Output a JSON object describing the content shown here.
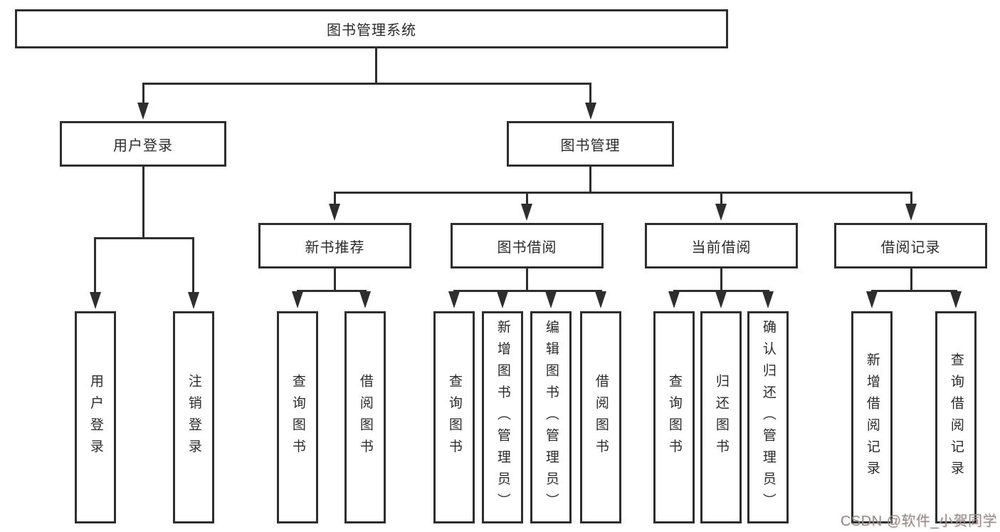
{
  "root": {
    "label": "图书管理系统"
  },
  "level2": {
    "login": "用户登录",
    "bookmgmt": "图书管理"
  },
  "level3": {
    "newbook": "新书推荐",
    "borrow": "图书借阅",
    "current": "当前借阅",
    "records": "借阅记录"
  },
  "leaves": {
    "login": [
      "用户登录",
      "注销登录"
    ],
    "newbook": [
      "查询图书",
      "借阅图书"
    ],
    "borrow": [
      "查询图书",
      "新增图书（管理员）",
      "编辑图书（管理员）",
      "借阅图书"
    ],
    "current": [
      "查询图书",
      "归还图书",
      "确认归还（管理员）"
    ],
    "records": [
      "新增借阅记录",
      "查询借阅记录"
    ]
  },
  "watermark": "CSDN @软件_小贺同学",
  "colors": {
    "stroke": "#2e2e2e",
    "text": "#2b2b2b",
    "box_fill": "#ffffff",
    "watermark": "#8f8f8f"
  }
}
